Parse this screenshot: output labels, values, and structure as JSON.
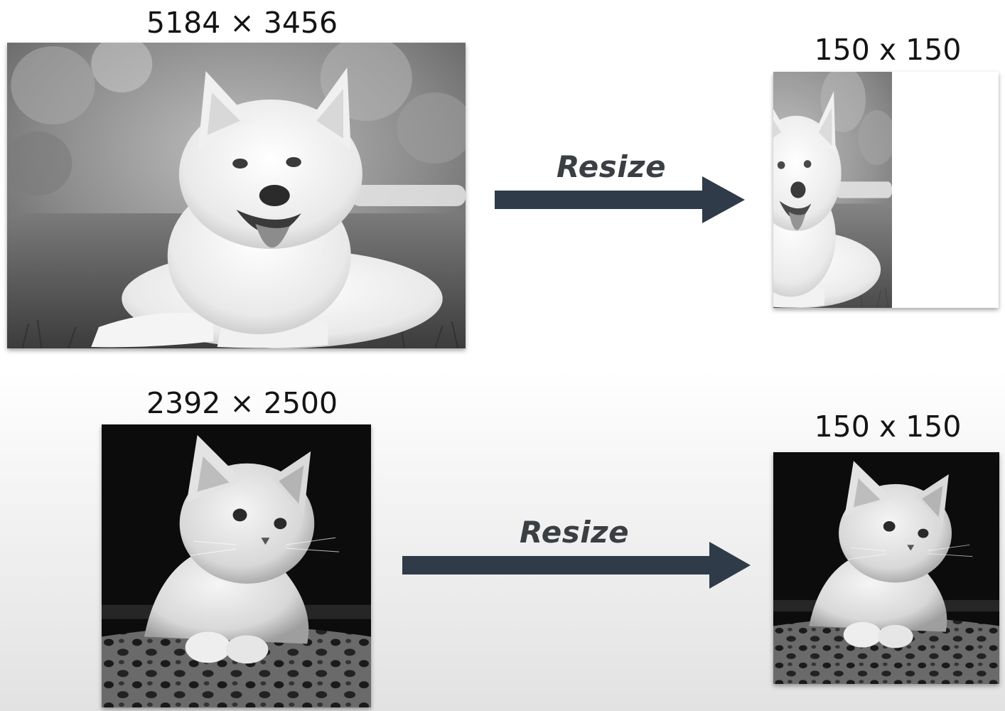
{
  "rows": [
    {
      "original_label": "5184 × 3456",
      "action_label": "Resize",
      "resized_label": "150 x 150",
      "subject": "dog"
    },
    {
      "original_label": "2392 × 2500",
      "action_label": "Resize",
      "resized_label": "150 x 150",
      "subject": "kitten"
    }
  ],
  "colors": {
    "arrow": "#2f3b48",
    "text": "#141414",
    "action_text": "#3b3f43"
  },
  "icons": {
    "arrow": "right-arrow-icon"
  }
}
